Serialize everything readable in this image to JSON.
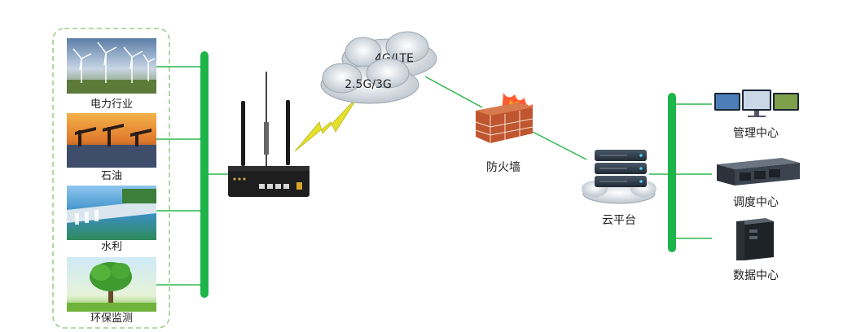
{
  "industries": [
    {
      "label": "电力行业",
      "icon": "wind-turbines-icon"
    },
    {
      "label": "石油",
      "icon": "oil-refinery-icon"
    },
    {
      "label": "水利",
      "icon": "dam-icon"
    },
    {
      "label": "环保监测",
      "icon": "tree-icon"
    }
  ],
  "network": {
    "cloud_primary": "4G/LTE",
    "cloud_secondary": "2.5G/3G",
    "firewall_label": "防火墙",
    "cloud_platform_label": "云平台"
  },
  "centers": [
    {
      "label": "管理中心",
      "icon": "monitors-icon"
    },
    {
      "label": "调度中心",
      "icon": "rack-server-icon"
    },
    {
      "label": "数据中心",
      "icon": "tower-server-icon"
    }
  ],
  "colors": {
    "bus": "#1db54a",
    "link": "#2db84e",
    "lightning": "#e4e02c",
    "dashed_border": "#9bcf8a",
    "firewall_brick": "#c0562f",
    "flame": "#ff4a1c"
  }
}
